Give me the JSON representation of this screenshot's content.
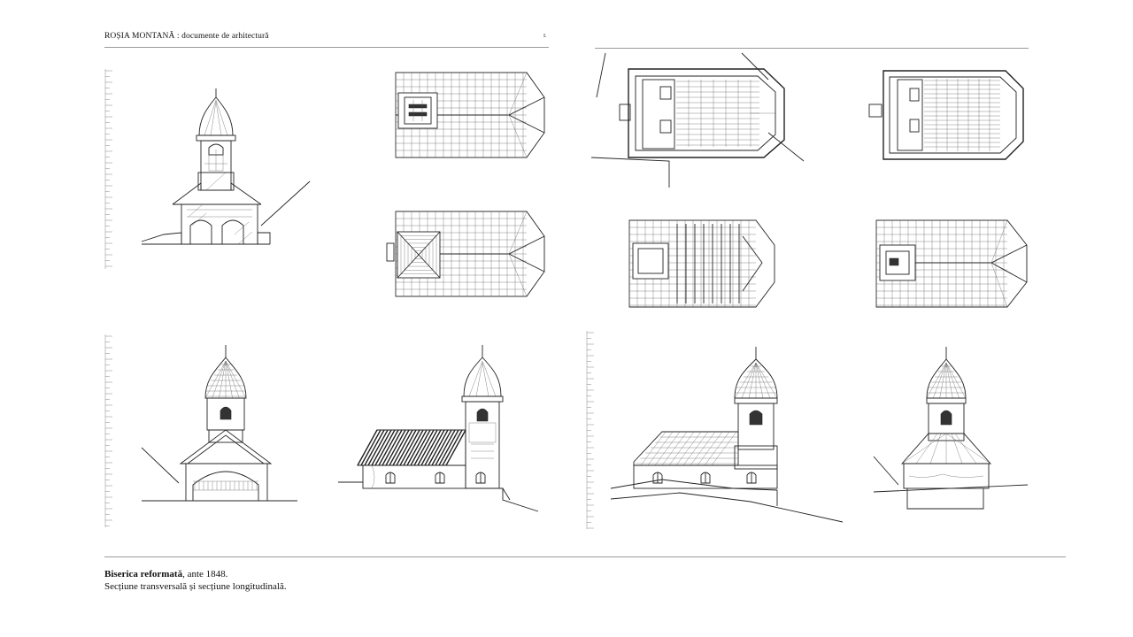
{
  "header": {
    "title": "ROȘIA MONTANĂ : documente de arhitectură",
    "page_number": "I."
  },
  "caption": {
    "building_name": "Biserica reformată",
    "date_text": ", ante 1848.",
    "description": "Secțiune transversală și secțiune longitudinală."
  }
}
